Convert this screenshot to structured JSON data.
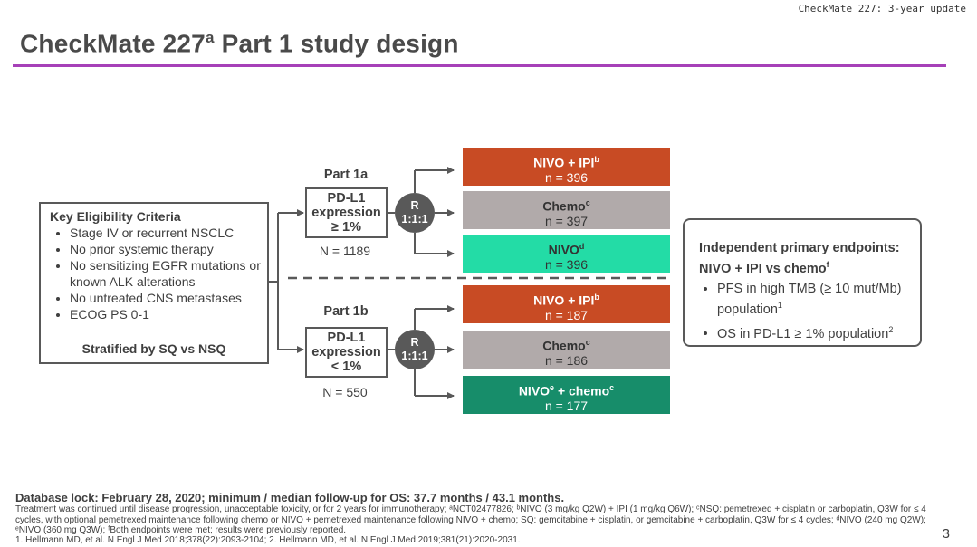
{
  "header": {
    "top_right": "CheckMate 227: 3-year update",
    "title_main": "CheckMate 227",
    "title_sup": "a",
    "title_rest": " Part 1 study design"
  },
  "eligibility": {
    "heading": "Key Eligibility Criteria",
    "items": [
      "Stage IV or recurrent NSCLC",
      "No prior systemic therapy",
      "No sensitizing EGFR mutations or known ALK alterations",
      "No untreated CNS metastases",
      "ECOG PS 0-1"
    ],
    "stratified": "Stratified by SQ vs NSQ"
  },
  "part1a": {
    "label": "Part 1a",
    "pdl1_line1": "PD-L1",
    "pdl1_line2": "expression",
    "pdl1_line3": "≥ 1%",
    "n": "N = 1189",
    "rand_r": "R",
    "rand_ratio": "1:1:1",
    "arms": [
      {
        "name": "NIVO + IPI",
        "sup": "b",
        "n": "n = 396"
      },
      {
        "name": "Chemo",
        "sup": "c",
        "n": "n = 397"
      },
      {
        "name": "NIVO",
        "sup": "d",
        "n": "n = 396"
      }
    ]
  },
  "part1b": {
    "label": "Part 1b",
    "pdl1_line1": "PD-L1",
    "pdl1_line2": "expression",
    "pdl1_line3": "< 1%",
    "n": "N = 550",
    "rand_r": "R",
    "rand_ratio": "1:1:1",
    "arms": [
      {
        "name": "NIVO + IPI",
        "sup": "b",
        "n": "n = 187"
      },
      {
        "name": "Chemo",
        "sup": "c",
        "n": "n = 186"
      },
      {
        "name_a": "NIVO",
        "sup_a": "e",
        "name_b": " + chemo",
        "sup": "c",
        "n": "n = 177"
      }
    ]
  },
  "endpoints": {
    "heading_line1": "Independent primary endpoints:",
    "heading_line2": "NIVO + IPI vs chemo",
    "heading_sup": "f",
    "items": [
      {
        "text": "PFS in high TMB (≥ 10 mut/Mb) population",
        "sup": "1"
      },
      {
        "text": "OS in PD-L1 ≥ 1% population",
        "sup": "2"
      }
    ]
  },
  "colors": {
    "nivo_ipi": "#c84b24",
    "chemo": "#b1aaaa",
    "nivo": "#23dca6",
    "nivo_chemo": "#178d6a",
    "accent_rule": "#a640b8"
  },
  "footer": {
    "database_lock": "Database lock: February 28, 2020; minimum / median follow-up for OS: 37.7 months / 43.1 months.",
    "notes": "Treatment was continued until disease progression, unacceptable toxicity, or for 2 years for immunotherapy; ᵃNCT02477826; ᵇNIVO (3 mg/kg Q2W) + IPI (1 mg/kg Q6W); ᶜNSQ: pemetrexed + cisplatin or carboplatin, Q3W for ≤ 4 cycles, with optional pemetrexed maintenance following chemo or NIVO + pemetrexed maintenance following NIVO + chemo; SQ: gemcitabine + cisplatin, or gemcitabine + carboplatin, Q3W for ≤ 4 cycles; ᵈNIVO (240 mg Q2W); ᵉNIVO (360 mg Q3W); ᶠBoth endpoints were met; results were previously reported.",
    "references": "1. Hellmann MD, et al. N Engl J Med 2018;378(22):2093-2104; 2. Hellmann MD, et al. N Engl J Med 2019;381(21):2020-2031.",
    "page_number": "3"
  }
}
